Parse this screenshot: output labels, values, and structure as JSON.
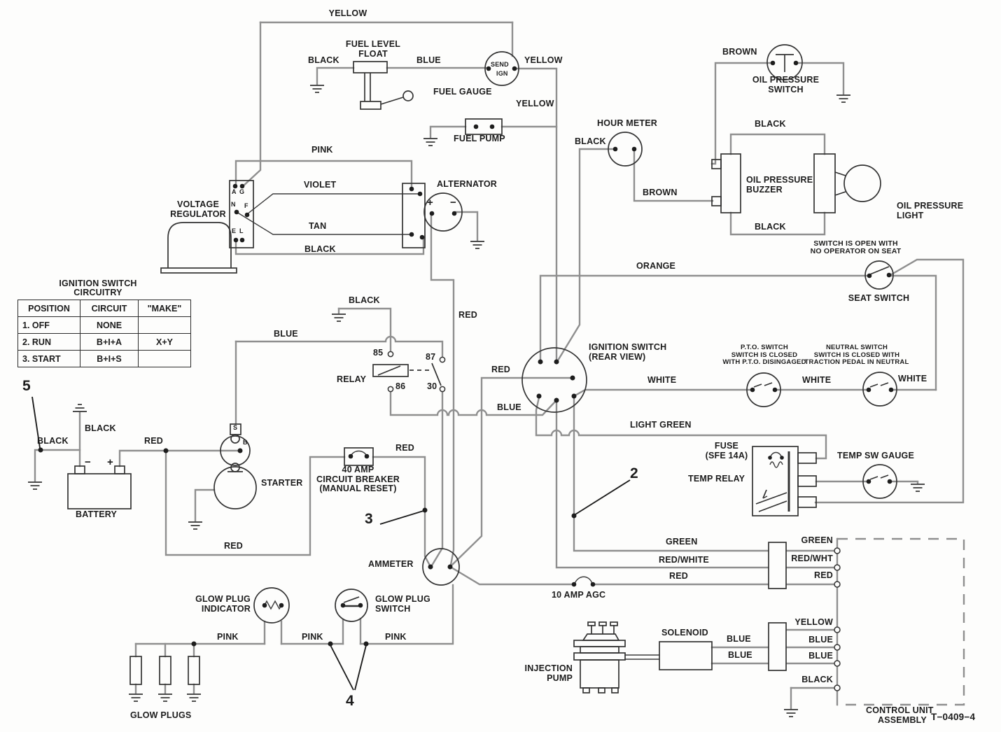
{
  "doc": {
    "drawing_number": "T−0409−4",
    "control_unit_line1": "CONTROL UNIT",
    "control_unit_line2": "ASSEMBLY"
  },
  "ignition_table": {
    "title1": "IGNITION SWITCH",
    "title2": "CIRCUITRY",
    "headers": [
      "POSITION",
      "CIRCUIT",
      "\"MAKE\""
    ],
    "rows": [
      [
        "1.  OFF",
        "NONE",
        ""
      ],
      [
        "2.  RUN",
        "B+I+A",
        "X+Y"
      ],
      [
        "3.  START",
        "B+I+S",
        ""
      ]
    ]
  },
  "callouts": {
    "c2": "2",
    "c3": "3",
    "c4": "4",
    "c5": "5"
  },
  "components": {
    "fuel_level_float": "FUEL LEVEL\nFLOAT",
    "fuel_gauge": "FUEL GAUGE",
    "send": "SEND",
    "ign": "IGN",
    "fuel_pump": "FUEL PUMP",
    "voltage_regulator": "VOLTAGE\nREGULATOR",
    "alternator": "ALTERNATOR",
    "term_a": "A",
    "term_g": "G",
    "term_n": "N",
    "term_f": "F",
    "term_e": "E",
    "term_l": "L",
    "alt_plus": "+",
    "alt_minus": "−",
    "hour_meter": "HOUR METER",
    "oil_pressure_switch": "OIL PRESSURE\nSWITCH",
    "oil_pressure_buzzer": "OIL PRESSURE\nBUZZER",
    "oil_pressure_light": "OIL PRESSURE\nLIGHT",
    "seat_note": "SWITCH IS OPEN WITH\nNO OPERATOR ON SEAT",
    "seat_switch": "SEAT SWITCH",
    "ignition_switch": "IGNITION SWITCH\n(REAR VIEW)",
    "pto_note": "P.T.O. SWITCH\nSWITCH IS CLOSED\nWITH P.T.O. DISINGAGED",
    "neutral_note": "NEUTRAL SWITCH\nSWITCH IS CLOSED WITH\nTRACTION PEDAL IN NEUTRAL",
    "relay": "RELAY",
    "r85": "85",
    "r86": "86",
    "r87": "87",
    "r30": "30",
    "starter": "STARTER",
    "term_s": "S",
    "term_b": "B",
    "battery": "BATTERY",
    "bat_minus": "−",
    "bat_plus": "+",
    "breaker": "40 AMP\nCIRCUIT BREAKER\n(MANUAL RESET)",
    "ammeter": "AMMETER",
    "glow_plug_indicator": "GLOW PLUG\nINDICATOR",
    "glow_plug_switch": "GLOW PLUG\nSWITCH",
    "glow_plugs": "GLOW PLUGS",
    "fuse_sfe": "FUSE\n(SFE 14A)",
    "temp_relay": "TEMP RELAY",
    "temp_sw_gauge": "TEMP SW GAUGE",
    "agc_fuse": "10 AMP AGC",
    "injection_pump": "INJECTION\nPUMP",
    "solenoid": "SOLENOID"
  },
  "wire_labels": {
    "yellow_top": "YELLOW",
    "black_float": "BLACK",
    "blue_float": "BLUE",
    "yellow_gauge": "YELLOW",
    "yellow_vert": "YELLOW",
    "pink_reg": "PINK",
    "violet": "VIOLET",
    "tan": "TAN",
    "black_reg": "BLACK",
    "red_alt": "RED",
    "black_hour": "BLACK",
    "brown_oil": "BROWN",
    "brown_hour": "BROWN",
    "black_buzz_top": "BLACK",
    "black_buzz_bot": "BLACK",
    "orange": "ORANGE",
    "red_ign": "RED",
    "white1": "WHITE",
    "white2": "WHITE",
    "white3": "WHITE",
    "blue_relay": "BLUE",
    "black_relay": "BLACK",
    "blue_ign": "BLUE",
    "light_green": "LIGHT GREEN",
    "black_callout5": "BLACK",
    "black_battery": "BLACK",
    "red_battery": "RED",
    "red_battery2": "RED",
    "red_breaker": "RED",
    "pink1": "PINK",
    "pink2": "PINK",
    "pink3": "PINK",
    "green_left": "GREEN",
    "redwhite_left": "RED/WHITE",
    "red_left": "RED",
    "green_right": "GREEN",
    "redwht_right": "RED/WHT",
    "red_right": "RED",
    "yellow_cu": "YELLOW",
    "blue_cu1": "BLUE",
    "blue_cu2": "BLUE",
    "black_cu": "BLACK",
    "blue_sol1": "BLUE",
    "blue_sol2": "BLUE"
  }
}
